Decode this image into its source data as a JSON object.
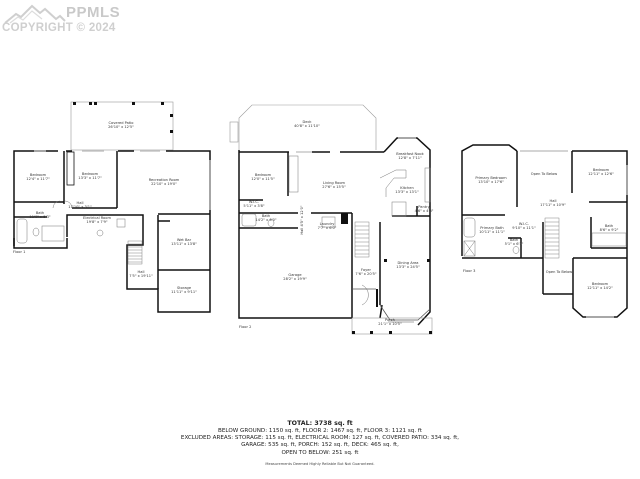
{
  "watermark": {
    "brand": "PPMLS",
    "copyright": "COPYRIGHT © 2024"
  },
  "floors": [
    {
      "label": "Floor 1",
      "rooms": [
        {
          "name": "Covered Patio",
          "dims": "26'10\" x 12'5\""
        },
        {
          "name": "Bedroom",
          "dims": "12'4\" x 11'7\""
        },
        {
          "name": "Bedroom",
          "dims": "13'3\" x 11'7\""
        },
        {
          "name": "Recreation Room",
          "dims": "22'10\" x 19'0\""
        },
        {
          "name": "Hall",
          "dims": "17'10\" x 3'1\""
        },
        {
          "name": "Bath",
          "dims": "11'0\" x 5'3\""
        },
        {
          "name": "Electrical Room",
          "dims": "19'8\" x 7'9\""
        },
        {
          "name": "Wet Bar",
          "dims": "13'11\" x 13'8\""
        },
        {
          "name": "Hall",
          "dims": "7'5\" x 19'11\""
        },
        {
          "name": "Storage",
          "dims": "11'11\" x 9'11\""
        }
      ]
    },
    {
      "label": "Floor 2",
      "rooms": [
        {
          "name": "Deck",
          "dims": "40'8\" x 11'10\""
        },
        {
          "name": "Breakfast Nook",
          "dims": "12'8\" x 7'11\""
        },
        {
          "name": "Bedroom",
          "dims": "12'0\" x 11'5\""
        },
        {
          "name": "Living Room",
          "dims": "27'6\" x 15'5\""
        },
        {
          "name": "Kitchen",
          "dims": "13'3\" x 13'1\""
        },
        {
          "name": "W.I.C.",
          "dims": "5'11\" x 3'8\""
        },
        {
          "name": "Pantry",
          "dims": "4'6\" x 4'3\""
        },
        {
          "name": "Bath",
          "dims": "14'2\" x 6'0\""
        },
        {
          "name": "Hall",
          "dims": "4'5\" x 12'0\""
        },
        {
          "name": "Laundry",
          "dims": "7'7\" x 6'0\""
        },
        {
          "name": "Garage",
          "dims": "28'2\" x 19'9\""
        },
        {
          "name": "Foyer",
          "dims": "7'6\" x 20'5\""
        },
        {
          "name": "Dining Area",
          "dims": "13'3\" x 24'5\""
        },
        {
          "name": "Porch",
          "dims": "21'1\" x 10'5\""
        }
      ]
    },
    {
      "label": "Floor 3",
      "rooms": [
        {
          "name": "Primary Bedroom",
          "dims": "13'10\" x 17'6\""
        },
        {
          "name": "Open To Below",
          "dims": ""
        },
        {
          "name": "Bedroom",
          "dims": "12'11\" x 12'6\""
        },
        {
          "name": "Hall",
          "dims": "17'11\" x 10'9\""
        },
        {
          "name": "Primary Bath",
          "dims": "10'11\" x 11'1\""
        },
        {
          "name": "W.I.C.",
          "dims": "9'10\" x 11'1\""
        },
        {
          "name": "Bath",
          "dims": "8'6\" x 9'2\""
        },
        {
          "name": "Bath",
          "dims": "5'1\" x 6'3\""
        },
        {
          "name": "Open To Below",
          "dims": ""
        },
        {
          "name": "Bedroom",
          "dims": "12'11\" x 14'2\""
        }
      ]
    }
  ],
  "summary": {
    "total": "TOTAL: 3738 sq. ft",
    "line1": "BELOW GROUND: 1150 sq. ft, FLOOR 2: 1467 sq. ft, FLOOR 3: 1121 sq. ft",
    "line2": "EXCLUDED AREAS: STORAGE: 115 sq. ft, ELECTRICAL ROOM: 127 sq. ft, COVERED PATIO: 334 sq. ft,",
    "line3": "GARAGE: 535 sq. ft, PORCH: 152 sq. ft, DECK: 465 sq. ft,",
    "line4": "OPEN TO BELOW: 251 sq. ft",
    "note": "Measurements Deemed Highly Reliable But Not Guaranteed."
  },
  "colors": {
    "wall": "#111111",
    "window": "#b8b8b8",
    "thin": "#9a9a9a",
    "watermark": "#cccccc"
  }
}
